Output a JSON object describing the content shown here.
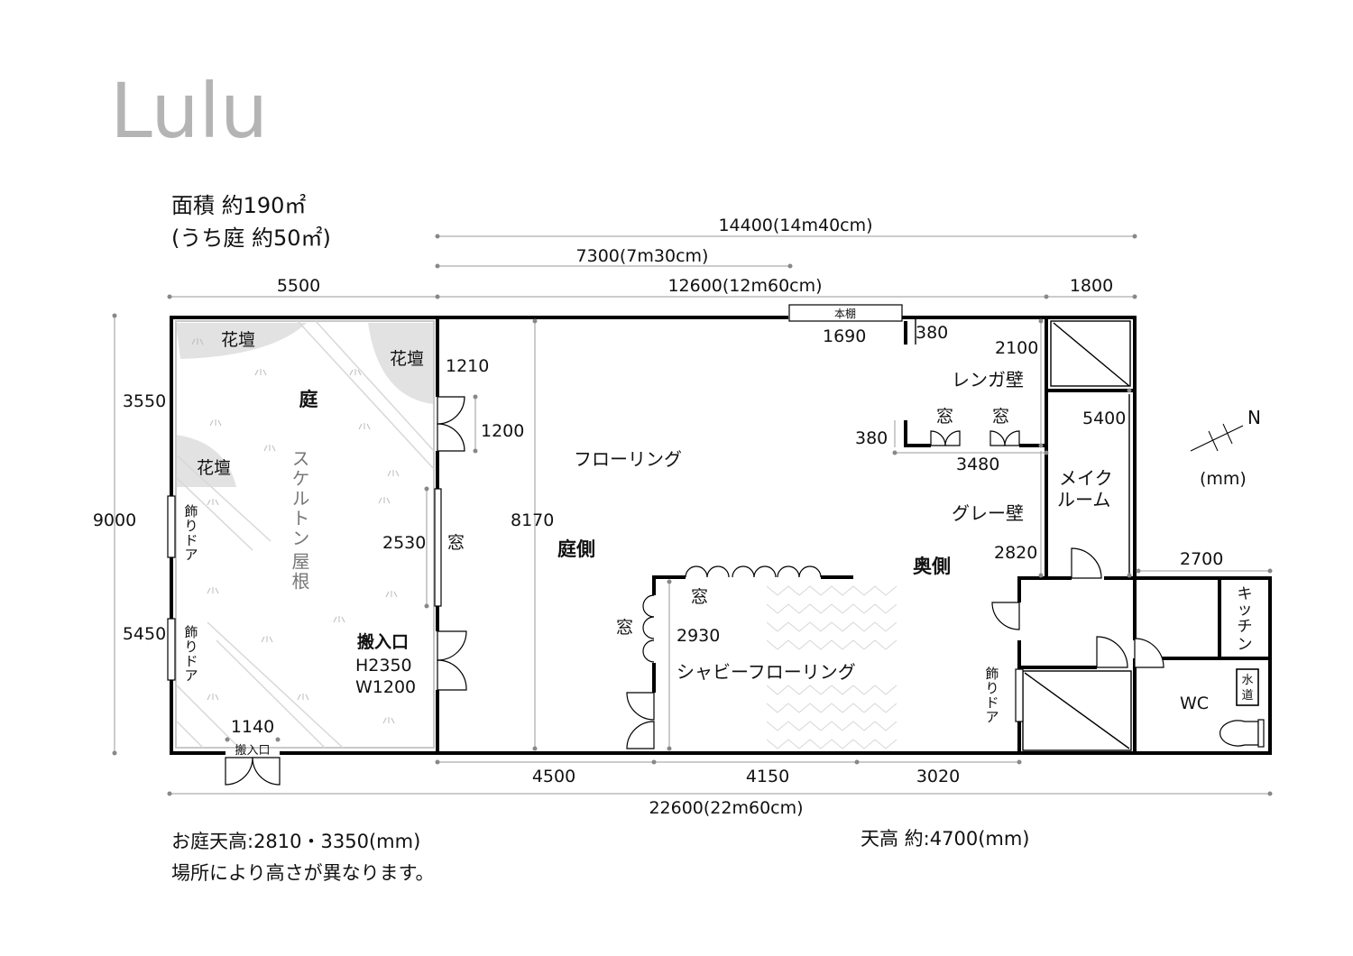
{
  "title": "Lulu",
  "area_line1": "面積 約190㎡",
  "area_line2": "(うち庭 約50㎡)",
  "footer": {
    "garden_height": "お庭天高:2810・3350(mm)",
    "garden_note": "場所により高さが異なります。",
    "ceiling": "天高 約:4700(mm)"
  },
  "unit": "(mm)",
  "north": "N",
  "dims": {
    "d14400": "14400(14m40cm)",
    "d7300": "7300(7m30cm)",
    "d5500": "5500",
    "d12600": "12600(12m60cm)",
    "d1800": "1800",
    "d3550": "3550",
    "d9000": "9000",
    "d5450": "5450",
    "d1210": "1210",
    "d1200": "1200",
    "d2530": "2530",
    "d8170": "8170",
    "d1690": "1690",
    "d380a": "380",
    "d2100": "2100",
    "d5400": "5400",
    "d380b": "380",
    "d3480": "3480",
    "d2820": "2820",
    "d2700": "2700",
    "d2930": "2930",
    "d1140": "1140",
    "d4500": "4500",
    "d4150": "4150",
    "d3020": "3020",
    "d22600": "22600(22m60cm)"
  },
  "labels": {
    "flowerbed": "花壇",
    "garden": "庭",
    "skeleton_roof_1": "スケルトン",
    "skeleton_roof_2": "屋根",
    "deco_door_1": "飾",
    "deco_door_2": "り",
    "deco_door_3": "ド",
    "deco_door_4": "ア",
    "window": "窓",
    "loading_entrance": "搬入口",
    "loading_h": "H2350",
    "loading_w": "W1200",
    "loading_small": "搬入口",
    "bookshelf": "本棚",
    "flooring": "フローリング",
    "garden_side": "庭側",
    "back_side": "奥側",
    "brick_wall": "レンガ壁",
    "gray_wall": "グレー壁",
    "makeup_1": "メイク",
    "makeup_2": "ルーム",
    "shabby_flooring": "シャビーフローリング",
    "kitchen_1": "キ",
    "kitchen_2": "ッ",
    "kitchen_3": "チ",
    "kitchen_4": "ン",
    "wc": "WC",
    "water_1": "水",
    "water_2": "道"
  }
}
